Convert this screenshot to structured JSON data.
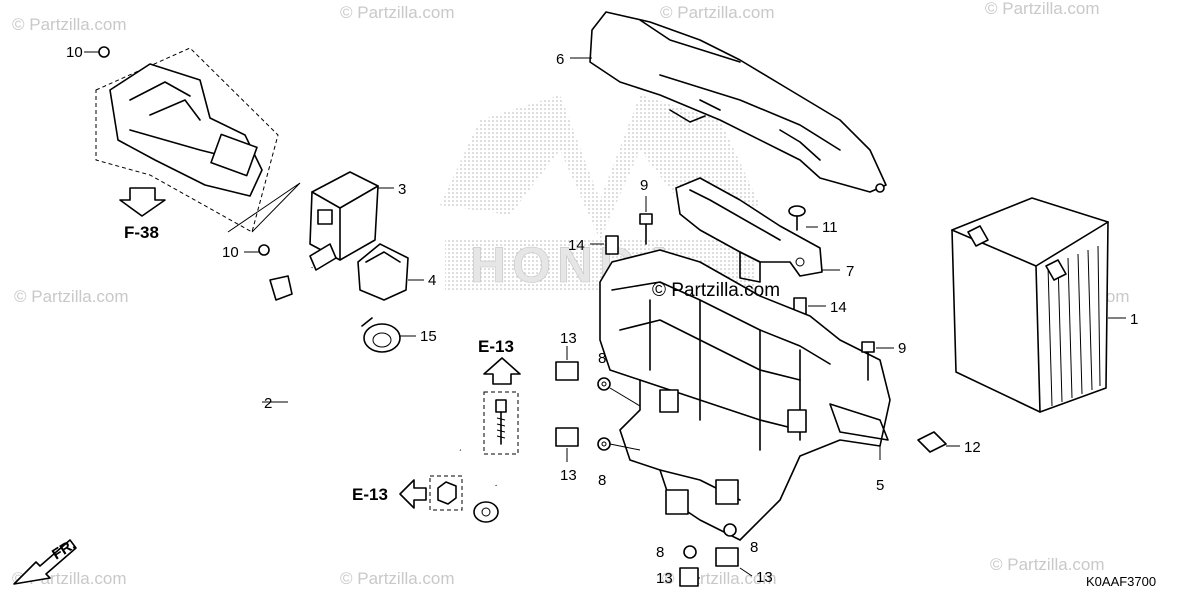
{
  "diagram": {
    "code": "K0AAF3700",
    "direction_label": "FR.",
    "watermarks": [
      "© Partzilla.com",
      "© Partzilla.com",
      "© Partzilla.com",
      "© Partzilla.com",
      "© Partzilla.com",
      "© Partzilla.com",
      "© Partzilla.com",
      "© Partzilla.com",
      "© Partzilla.com",
      "© Partzilla.com"
    ],
    "center_watermark": "© Partzilla.com",
    "brand_mark": "HONDA",
    "references": [
      "F-38",
      "E-13",
      "E-13"
    ],
    "callouts": [
      "10",
      "3",
      "10",
      "4",
      "15",
      "2",
      "6",
      "9",
      "11",
      "14",
      "7",
      "14",
      "13",
      "8",
      "13",
      "8",
      "9",
      "1",
      "12",
      "5",
      "8",
      "8",
      "13",
      "13"
    ]
  }
}
